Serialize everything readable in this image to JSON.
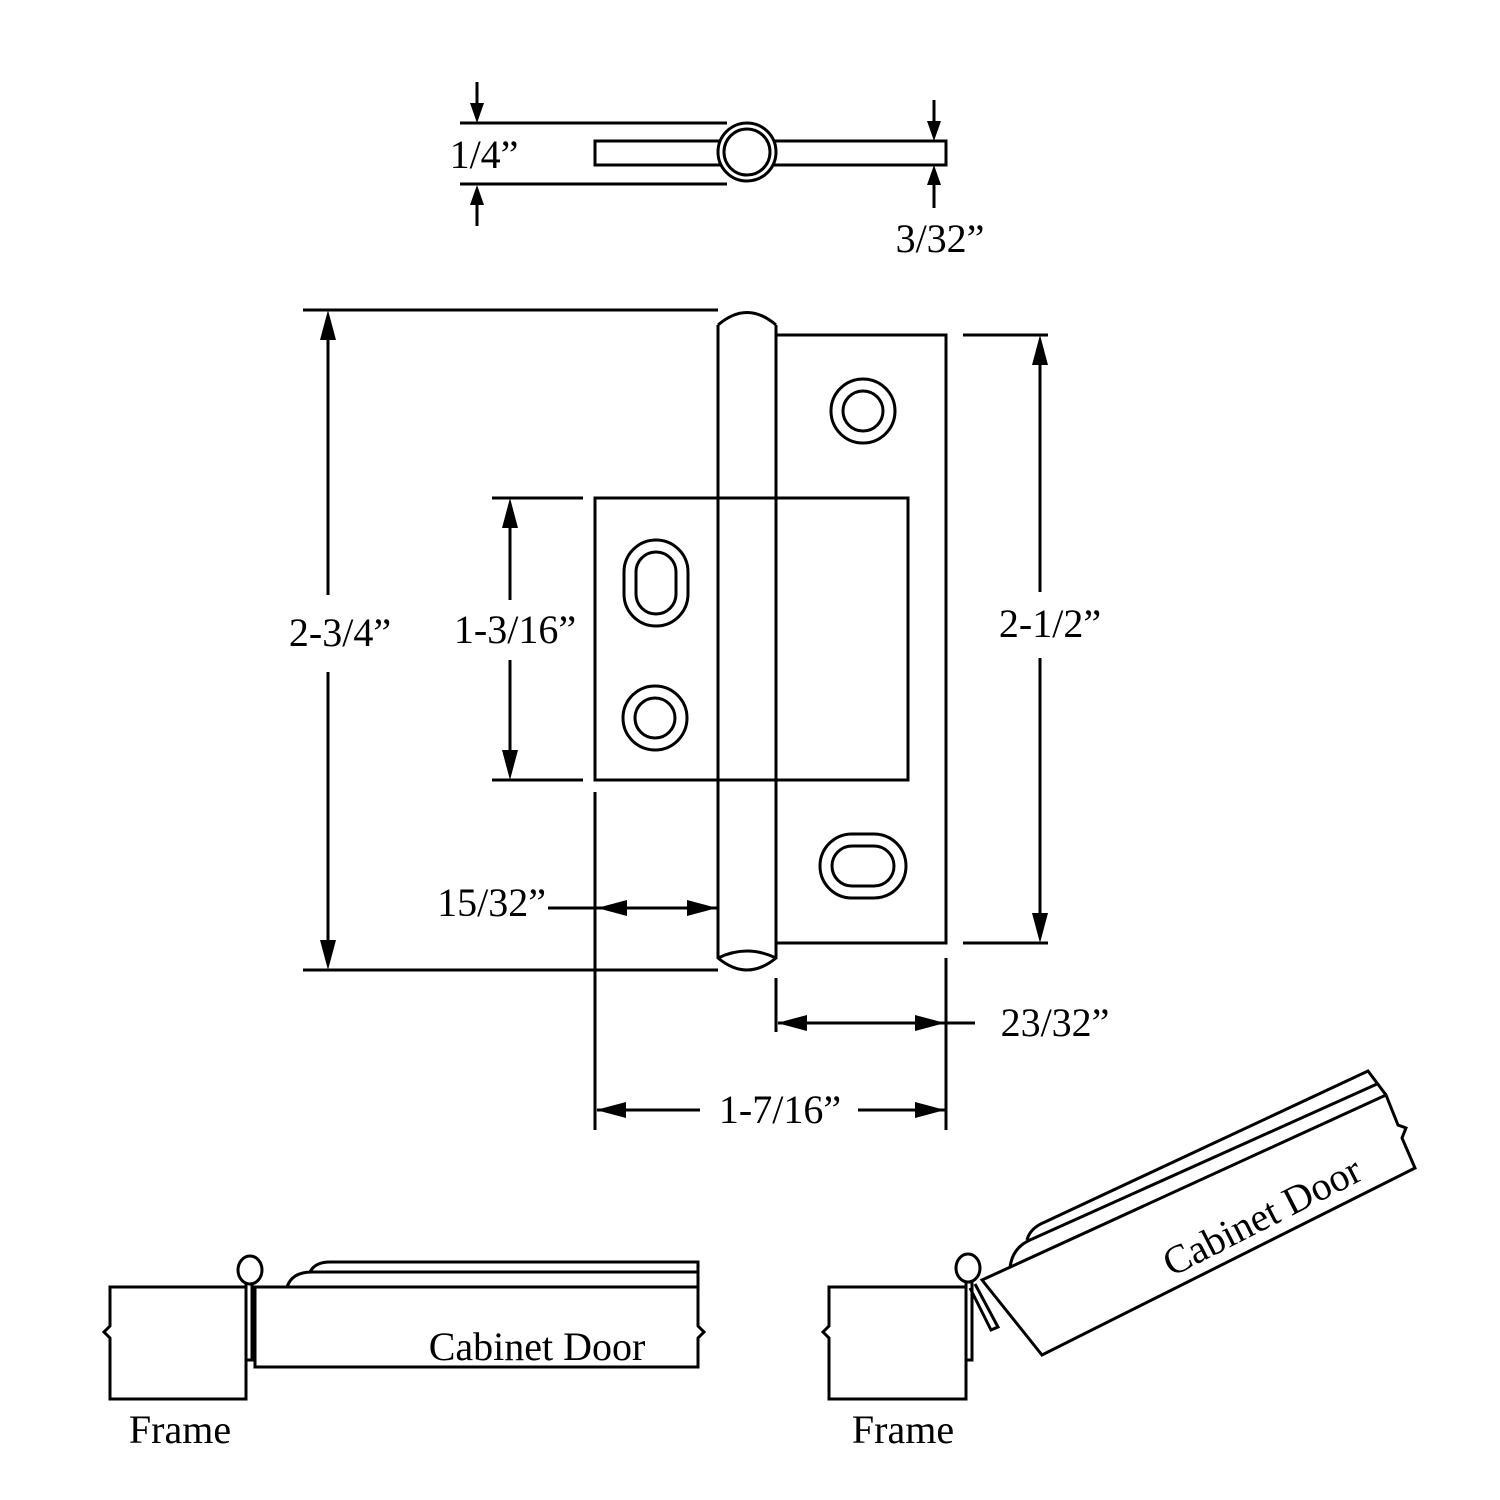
{
  "title": "Non-mortise cabinet hinge dimension drawing",
  "top_view": {
    "closed_thickness": "1/4”",
    "leaf_thickness": "3/32”"
  },
  "front_view": {
    "overall_height": "2-3/4”",
    "inner_leaf_height": "1-3/16”",
    "outer_leaf_height": "2-1/2”",
    "inner_leaf_offset": "15/32”",
    "outer_leaf_width": "23/32”",
    "overall_width": "1-7/16”"
  },
  "closed_view": {
    "frame_label": "Frame",
    "door_label": "Cabinet Door"
  },
  "open_view": {
    "frame_label": "Frame",
    "door_label": "Cabinet Door"
  },
  "colors": {
    "line": "#000000",
    "background": "#ffffff"
  }
}
